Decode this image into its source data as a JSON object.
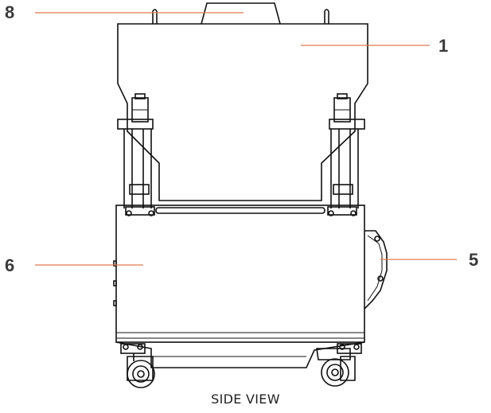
{
  "caption": "SIDE VIEW",
  "callouts": [
    {
      "id": "callout-8",
      "label": "8"
    },
    {
      "id": "callout-1",
      "label": "1"
    },
    {
      "id": "callout-6",
      "label": "6"
    },
    {
      "id": "callout-5",
      "label": "5"
    }
  ],
  "colors": {
    "leader_line": "#e07a4f",
    "outline": "#111111",
    "number": "#3a3a3a"
  }
}
